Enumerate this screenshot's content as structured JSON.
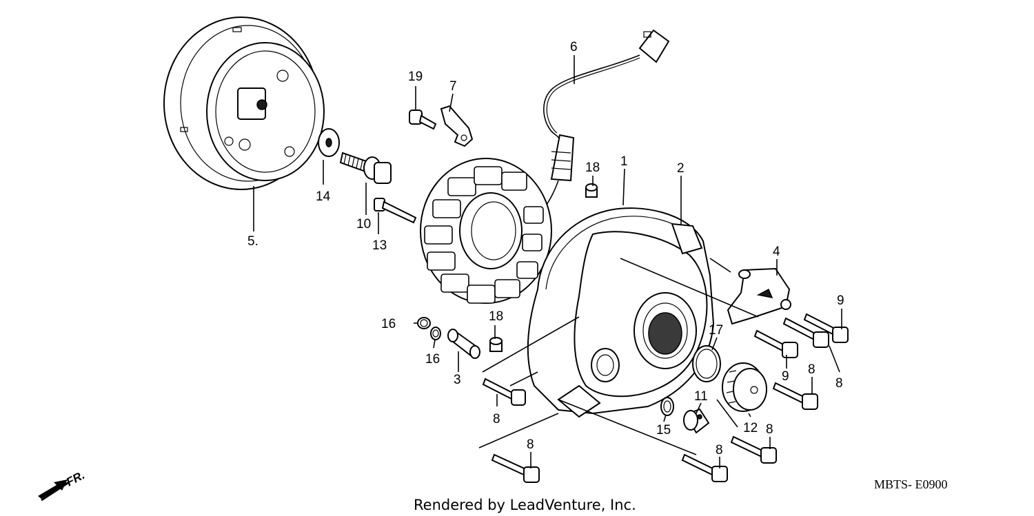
{
  "diagram": {
    "code": "MBTS- E0900",
    "credit": "Rendered by LeadVenture, Inc.",
    "direction_label": "FR.",
    "callouts": {
      "c1": "1",
      "c2": "2",
      "c3": "3",
      "c4": "4",
      "c5": "5.",
      "c6": "6",
      "c7": "7",
      "c8a": "8",
      "c8b": "8",
      "c8c": "8",
      "c8d": "8",
      "c8e": "8",
      "c8f": "8",
      "c9a": "9",
      "c9b": "9",
      "c10": "10",
      "c11": "11",
      "c12": "12",
      "c13": "13",
      "c14": "14",
      "c15": "15",
      "c16a": "16",
      "c16b": "16",
      "c17": "17",
      "c18a": "18",
      "c18b": "18",
      "c19": "19"
    }
  }
}
